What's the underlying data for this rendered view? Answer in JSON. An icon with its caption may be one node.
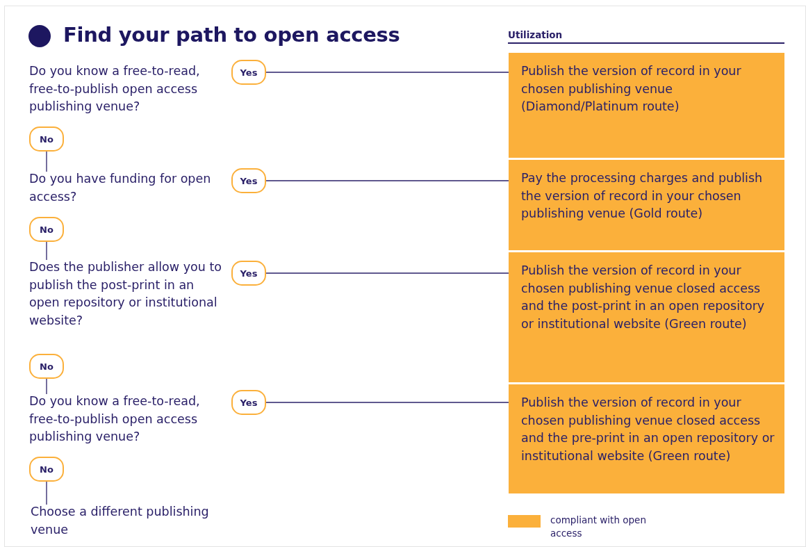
{
  "diagram": {
    "title": "Find your path to open access",
    "nodes": [
      {
        "text": [
          "Do you know a free-to-read, free-to-publish open access publishing venue?"
        ]
      },
      {
        "text": [
          "Yes"
        ]
      },
      {
        "text": [
          "Publish the version of record in your chosen publishing venue (Diamond/Platinum route)"
        ]
      },
      {
        "text": [
          "No"
        ]
      },
      {
        "text": [
          "Do you have funding for open access?"
        ]
      },
      {
        "text": [
          "Yes"
        ]
      },
      {
        "text": [
          "Pay the processing charges and publish the version of record in your chosen publishing venue (Gold route)"
        ]
      },
      {
        "text": [
          "No"
        ]
      },
      {
        "text": [
          "Does the publisher allow you to publish the post-print in an open repository or institutional website?"
        ]
      },
      {
        "text": [
          "Yes"
        ]
      },
      {
        "text": [
          "Publish the version of record in your chosen publishing venue closed access and the post-print in an open repository or institutional website (Green route)"
        ]
      },
      {
        "text": [
          "No"
        ]
      },
      {
        "text": [
          "Do you know a free-to-read, free-to-publish open access publishing venue?"
        ]
      },
      {
        "text": [
          "Yes"
        ]
      },
      {
        "text": [
          "Publish the version of record in your chosen publishing venue closed access and the pre-print in an open repository or institutional website (Green route)"
        ]
      },
      {
        "text": [
          "No"
        ]
      },
      {
        "text": [
          "Choose a different publishing venue"
        ]
      }
    ],
    "edges": [
      {
        "from": 1,
        "to": 2,
        "arrow": "none"
      },
      {
        "from": 3,
        "to": 4,
        "arrow": "none"
      },
      {
        "from": 5,
        "to": 6,
        "arrow": "none"
      },
      {
        "from": 7,
        "to": 8,
        "arrow": "none"
      },
      {
        "from": 9,
        "to": 10,
        "arrow": "none"
      },
      {
        "from": 11,
        "to": 12,
        "arrow": "none"
      },
      {
        "from": 13,
        "to": 14,
        "arrow": "none"
      },
      {
        "from": 15,
        "to": 16,
        "arrow": "none"
      }
    ],
    "labels": [
      "Utilization"
    ],
    "legend": [
      {
        "text": "compliant with open access",
        "color": "#fbb03b"
      }
    ]
  }
}
